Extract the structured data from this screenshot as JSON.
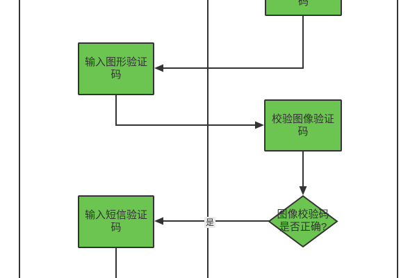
{
  "diagram": {
    "type": "flowchart",
    "colors": {
      "node_fill": "#6CC551",
      "node_border": "#333333",
      "line": "#333333",
      "text": "#333333",
      "label_bg": "#ebebeb"
    },
    "nodes": {
      "top_partial": {
        "visible_text": "码"
      },
      "input_graphic_captcha": {
        "lines": [
          "输入图形验证",
          "码"
        ]
      },
      "verify_image_captcha": {
        "lines": [
          "校验图像验证",
          "码"
        ]
      },
      "decision_image_captcha_correct": {
        "lines": [
          "图像校验码",
          "是否正确?"
        ]
      },
      "input_sms_captcha": {
        "lines": [
          "输入短信验证",
          "码"
        ]
      }
    },
    "edge_labels": {
      "yes": "是"
    }
  }
}
